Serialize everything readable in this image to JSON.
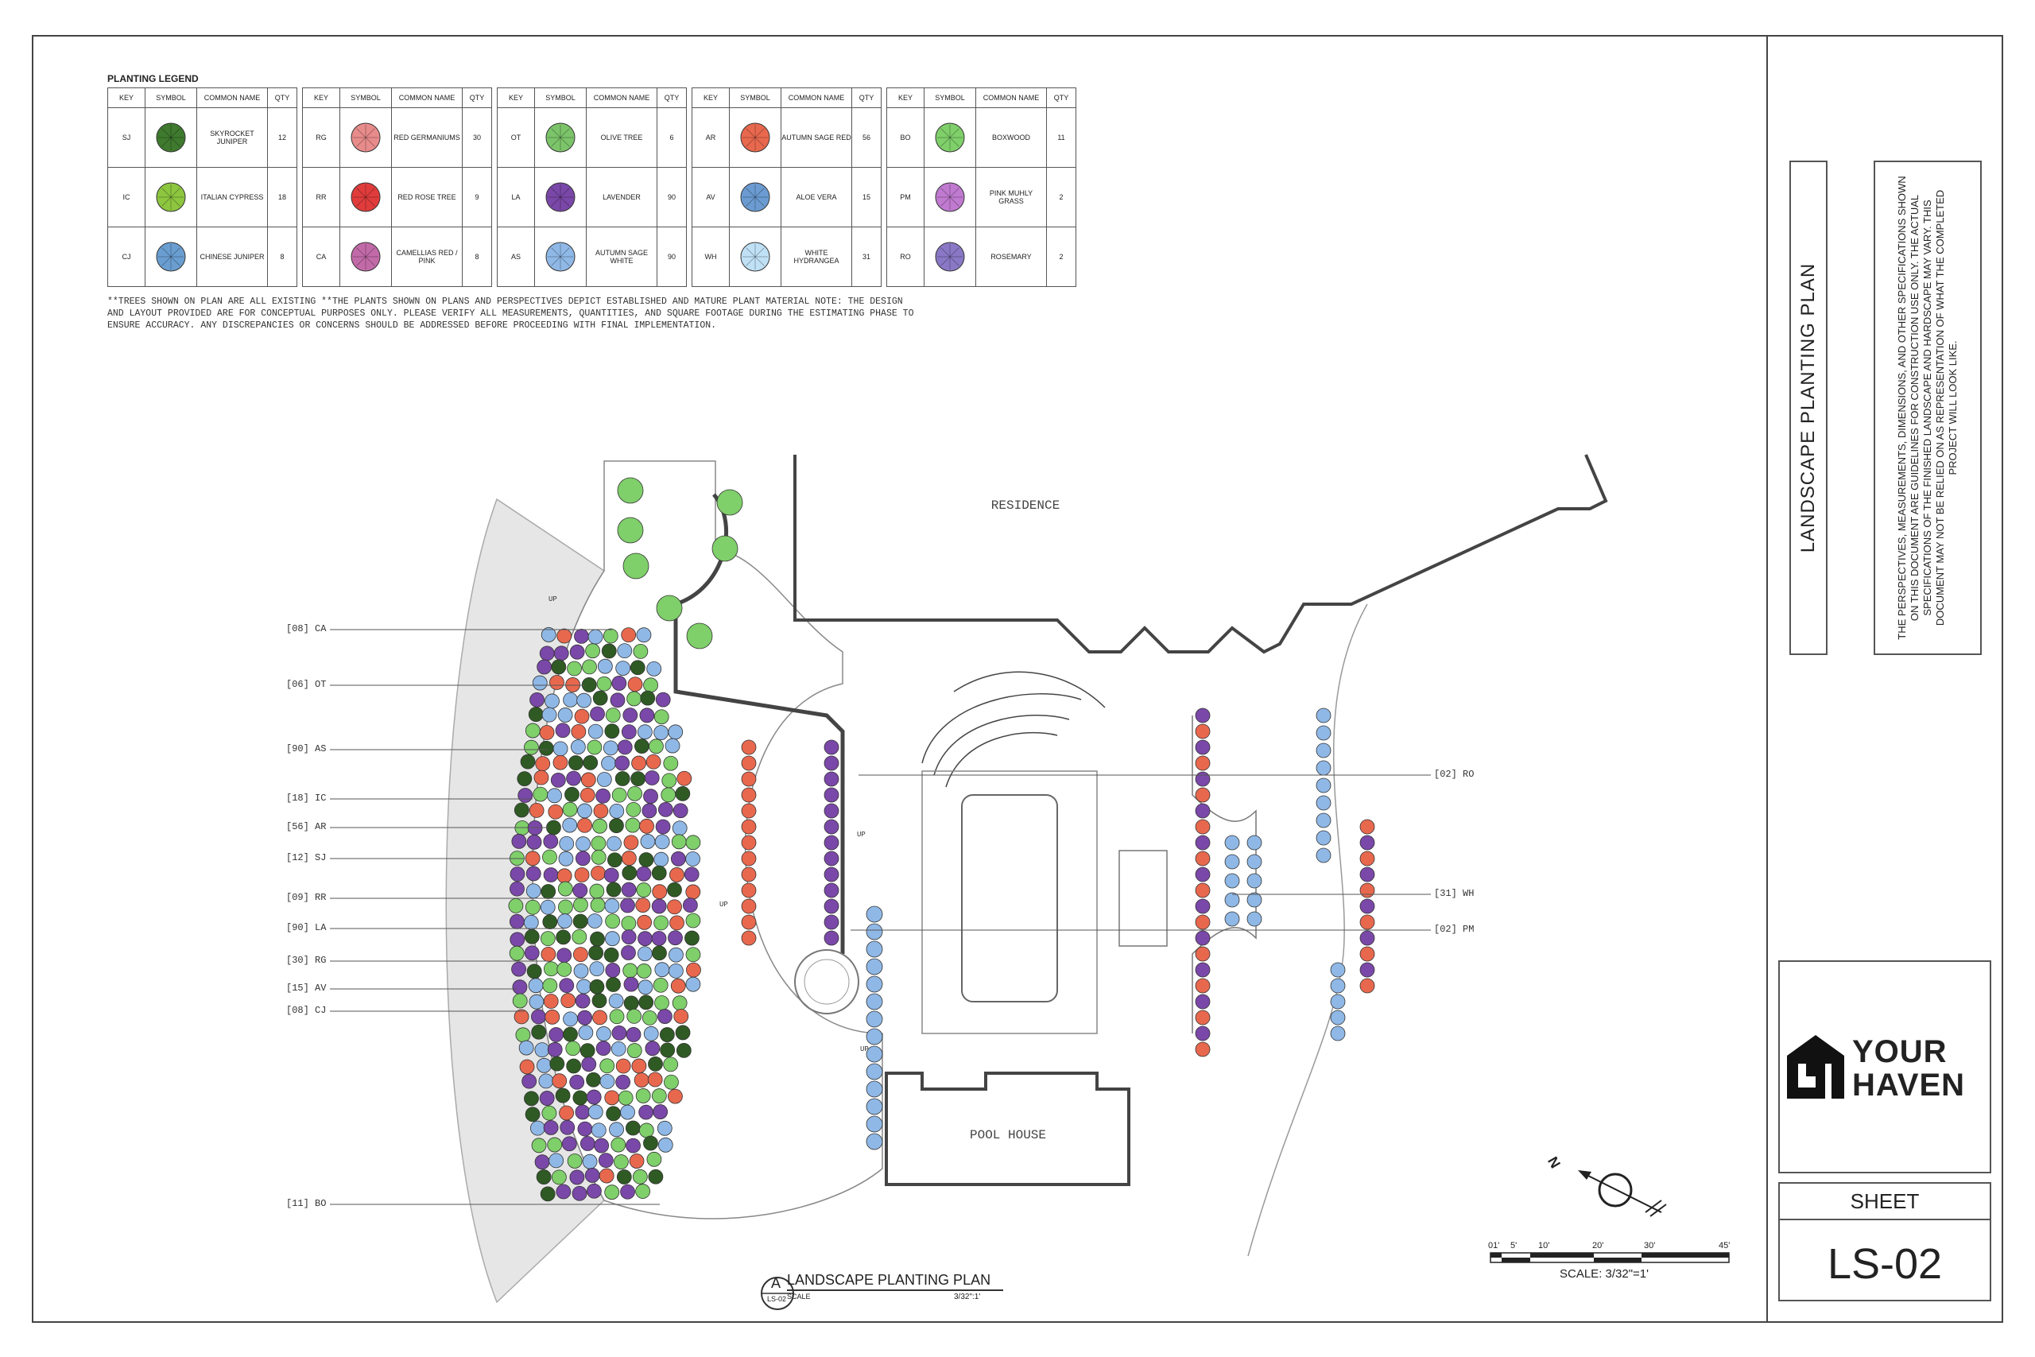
{
  "legend": {
    "title": "PLANTING LEGEND",
    "headers": [
      "KEY",
      "SYMBOL",
      "COMMON NAME",
      "QTY"
    ],
    "groups": [
      [
        {
          "key": "SJ",
          "name": "SKYROCKET JUNIPER",
          "qty": "12",
          "icon": "skyrocket-juniper-icon",
          "color": "#3f7a2e"
        },
        {
          "key": "IC",
          "name": "ITALIAN CYPRESS",
          "qty": "18",
          "icon": "italian-cypress-icon",
          "color": "#8dc63f"
        },
        {
          "key": "CJ",
          "name": "CHINESE JUNIPER",
          "qty": "8",
          "icon": "chinese-juniper-icon",
          "color": "#6a9ed1"
        }
      ],
      [
        {
          "key": "RG",
          "name": "RED GERMANIUMS",
          "qty": "30",
          "icon": "red-germaniums-icon",
          "color": "#e88b8b"
        },
        {
          "key": "RR",
          "name": "RED ROSE TREE",
          "qty": "9",
          "icon": "red-rose-tree-icon",
          "color": "#e03c3c"
        },
        {
          "key": "CA",
          "name": "CAMELLIAS RED / PINK",
          "qty": "8",
          "icon": "camellias-icon",
          "color": "#c26aa8"
        }
      ],
      [
        {
          "key": "OT",
          "name": "OLIVE TREE",
          "qty": "6",
          "icon": "olive-tree-icon",
          "color": "#7cc46a"
        },
        {
          "key": "LA",
          "name": "LAVENDER",
          "qty": "90",
          "icon": "lavender-icon",
          "color": "#7a48a8"
        },
        {
          "key": "AS",
          "name": "AUTUMN SAGE WHITE",
          "qty": "90",
          "icon": "autumn-sage-white-icon",
          "color": "#8fb8e6"
        }
      ],
      [
        {
          "key": "AR",
          "name": "AUTUMN SAGE RED",
          "qty": "56",
          "icon": "autumn-sage-red-icon",
          "color": "#e8684e"
        },
        {
          "key": "AV",
          "name": "ALOE VERA",
          "qty": "15",
          "icon": "aloe-vera-icon",
          "color": "#6b9bd1"
        },
        {
          "key": "WH",
          "name": "WHITE HYDRANGEA",
          "qty": "31",
          "icon": "white-hydrangea-icon",
          "color": "#bfe0f5"
        }
      ],
      [
        {
          "key": "BO",
          "name": "BOXWOOD",
          "qty": "11",
          "icon": "boxwood-icon",
          "color": "#7fcf6a"
        },
        {
          "key": "PM",
          "name": "PINK MUHLY GRASS",
          "qty": "2",
          "icon": "pink-muhly-grass-icon",
          "color": "#c07ad0"
        },
        {
          "key": "RO",
          "name": "ROSEMARY",
          "qty": "2",
          "icon": "rosemary-icon",
          "color": "#8a78c6"
        }
      ]
    ]
  },
  "notes": "**TREES SHOWN ON PLAN ARE ALL EXISTING **THE PLANTS SHOWN ON PLANS AND PERSPECTIVES DEPICT ESTABLISHED AND MATURE PLANT MATERIAL NOTE: THE DESIGN AND LAYOUT PROVIDED ARE FOR CONCEPTUAL PURPOSES ONLY.  PLEASE VERIFY ALL MEASUREMENTS, QUANTITIES, AND SQUARE FOOTAGE DURING THE ESTIMATING PHASE TO ENSURE ACCURACY.  ANY DISCREPANCIES OR CONCERNS SHOULD BE ADDRESSED BEFORE PROCEEDING WITH FINAL IMPLEMENTATION.",
  "plan": {
    "residence_label": "RESIDENCE",
    "pool_house_label": "POOL HOUSE",
    "up_label": "UP",
    "callouts_left": [
      "[08] CA",
      "[06] OT",
      "[90] AS",
      "[18] IC",
      "[56] AR",
      "[12] SJ",
      "[09] RR",
      "[90] LA",
      "[30] RG",
      "[15] AV",
      "[08] CJ",
      "[11] BO"
    ],
    "callouts_right": [
      "[02] RO",
      "[31] WH",
      "[02] PM"
    ]
  },
  "drawing_title": {
    "marker": "A",
    "sheet_ref": "LS-02",
    "title": "LANDSCAPE PLANTING PLAN",
    "scale_label": "SCALE",
    "scale_value": "3/32\":1'"
  },
  "scale_bar": {
    "ticks": [
      "01'",
      "5'",
      "10'",
      "20'",
      "30'",
      "45'"
    ],
    "label": "SCALE: 3/32\"=1'"
  },
  "north_label": "N",
  "title_block": {
    "vertical_title": "LANDSCAPE PLANTING PLAN",
    "disclaimer": "THE PERSPECTIVES, MEASUREMENTS, DIMENSIONS, AND OTHER SPECIFICATIONS SHOWN ON THIS DOCUMENT ARE GUIDELINES FOR CONSTRUCTION USE ONLY. THE ACTUAL SPECIFICATIONS OF THE FINISHED LANDSCAPE AND HARDSCAPE MAY VARY. THIS DOCUMENT MAY NOT BE RELIED ON AS REPRESENTATION OF WHAT THE COMPLETED PROJECT WILL LOOK LIKE.",
    "logo_line1": "YOUR",
    "logo_line2": "HAVEN",
    "sheet_label": "SHEET",
    "sheet_number": "LS-02"
  },
  "colors": {
    "lavender": "#7a48a8",
    "autumn_sage_red": "#e8684e",
    "autumn_sage_white": "#8fb8e6",
    "boxwood": "#7fcf6a",
    "juniper": "#2f5a24",
    "lawn_band": "#e6e6e6"
  }
}
